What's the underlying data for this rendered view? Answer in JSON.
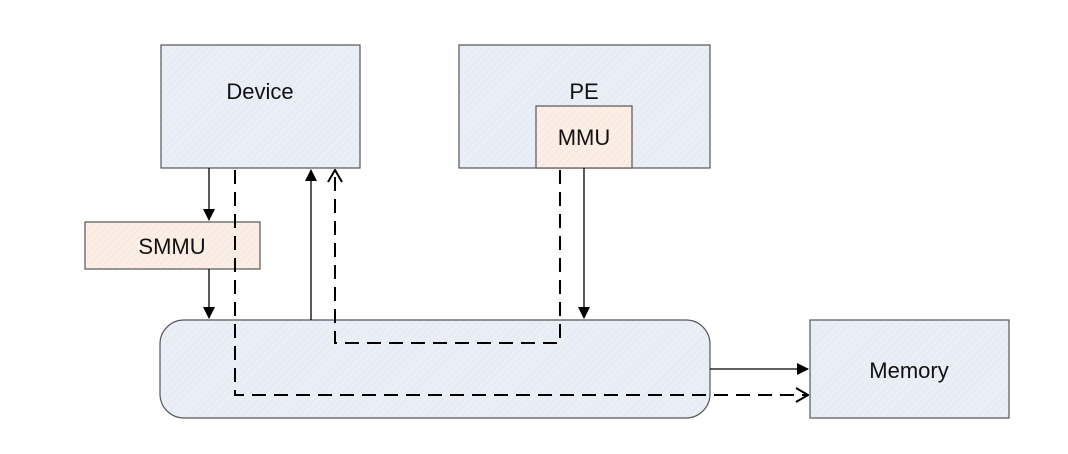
{
  "nodes": {
    "device": {
      "label": "Device"
    },
    "pe": {
      "label": "PE"
    },
    "mmu": {
      "label": "MMU"
    },
    "smmu": {
      "label": "SMMU"
    },
    "interconnect": {
      "label": ""
    },
    "memory": {
      "label": "Memory"
    }
  },
  "colors": {
    "box_fill": "#eaeef6",
    "translation_fill": "#fbeee4",
    "stroke": "#555555",
    "arrow": "#000000"
  }
}
